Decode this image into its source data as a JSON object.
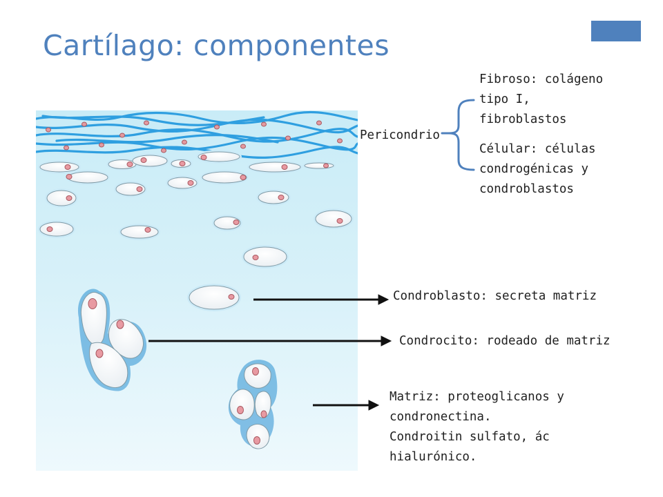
{
  "title": "Cartílago: componentes",
  "accent_color": "#4f81bd",
  "labels": {
    "pericondrio": "Pericondrio",
    "fibroso": "Fibroso: colágeno\ntipo I,\nfibroblastos",
    "celular": "Célular: células\ncondrogénicas y\ncondroblastos",
    "condroblasto": "Condroblasto: secreta matriz",
    "condrocito": "Condrocito: rodeado de matriz",
    "matriz": "Matriz: proteoglicanos y\ncondronectina.\nCondroitin sulfato, ác\nhialurónico."
  }
}
